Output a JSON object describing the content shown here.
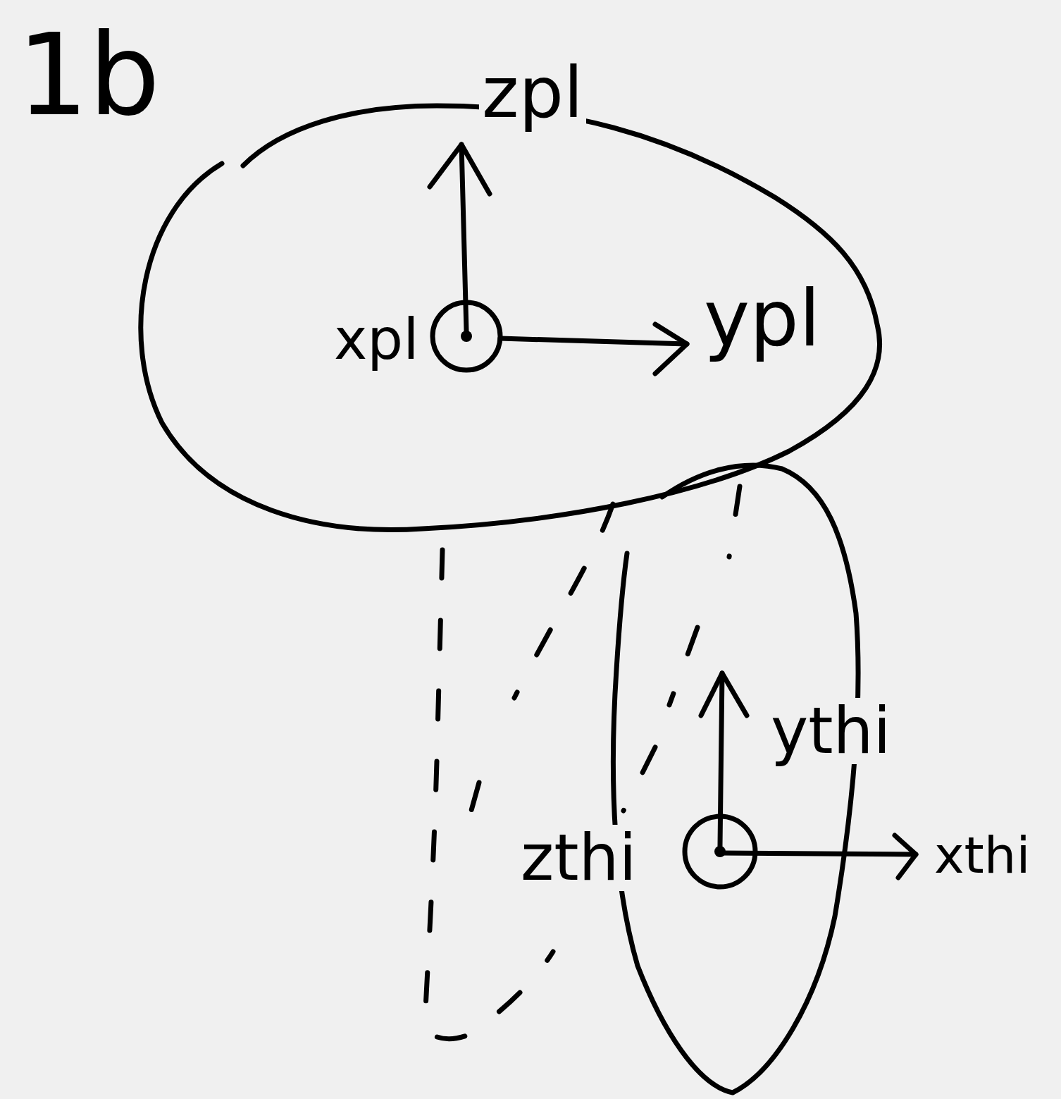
{
  "diagram": {
    "labels": [
      "1b",
      "zpl",
      "xpl",
      "ypl",
      "ythi",
      "zthi",
      "xthi"
    ]
  }
}
